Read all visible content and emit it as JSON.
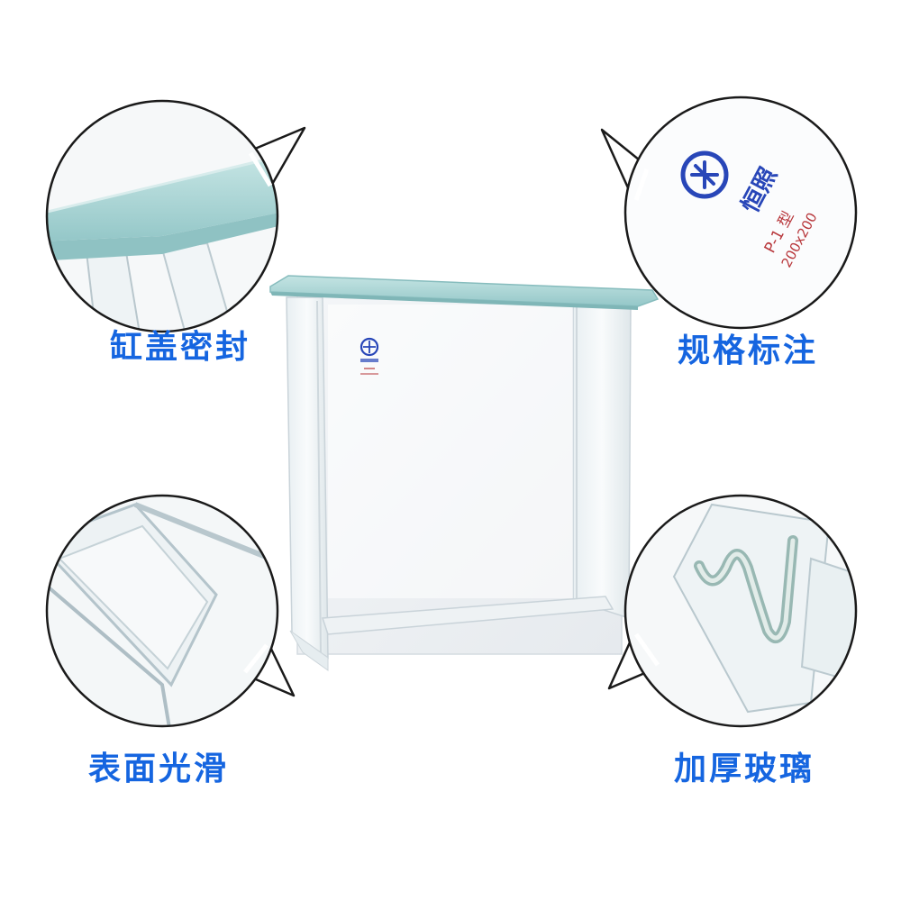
{
  "features": {
    "lid_seal": "缸盖密封",
    "spec_label": "规格标注",
    "smooth_surface": "表面光滑",
    "thick_glass": "加厚玻璃"
  },
  "product_marking": {
    "brand": "恒照",
    "model": "P-1 型",
    "size": "200x200"
  },
  "colors": {
    "label_blue": "#1565e0",
    "lid_tint": "#a9d6d6",
    "marking_red": "#b8383c",
    "logo_blue": "#2846b8"
  }
}
